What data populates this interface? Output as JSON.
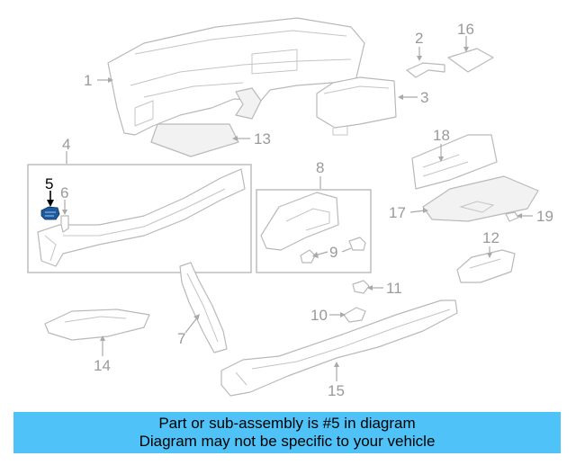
{
  "diagram": {
    "highlighted_part": "5",
    "callouts": {
      "c1": "1",
      "c2": "2",
      "c3": "3",
      "c4": "4",
      "c5": "5",
      "c6": "6",
      "c7": "7",
      "c8": "8",
      "c9": "9",
      "c10": "10",
      "c11": "11",
      "c12": "12",
      "c13": "13",
      "c14": "14",
      "c15": "15",
      "c16": "16",
      "c17": "17",
      "c18": "18",
      "c19": "19"
    },
    "colors": {
      "banner": "#4fc3f7",
      "highlight": "#1e5a9e",
      "line": "#b9b9b9",
      "label": "#9a9a9a"
    }
  },
  "banner": {
    "line1": "Part or sub-assembly is #5 in diagram",
    "line2": "Diagram may not be specific to your vehicle"
  }
}
